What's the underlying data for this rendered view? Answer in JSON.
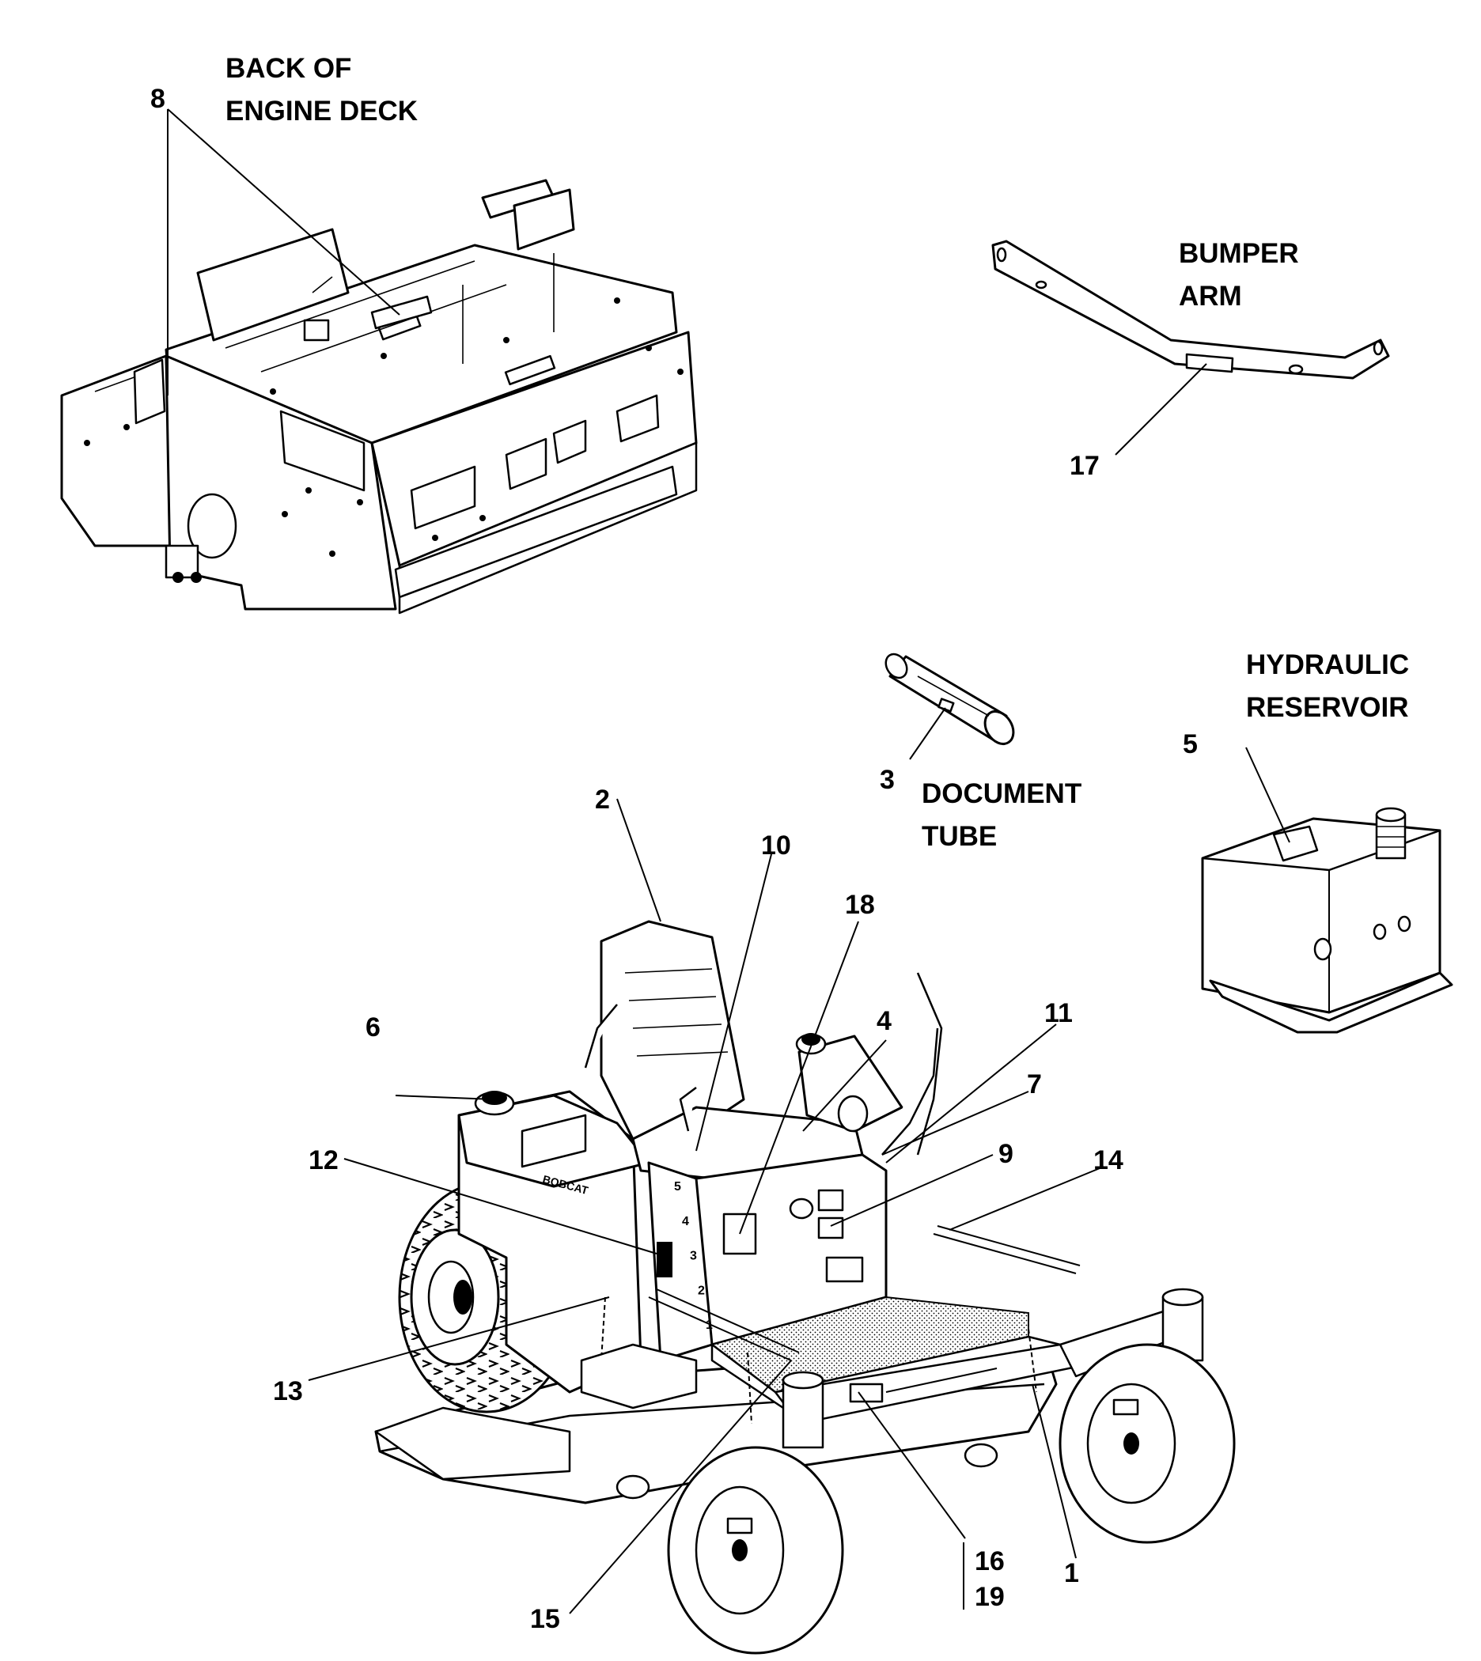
{
  "captions": {
    "engine_deck_line1": "BACK OF",
    "engine_deck_line2": "ENGINE DECK",
    "bumper_line1": "BUMPER",
    "bumper_line2": "ARM",
    "hydraulic_line1": "HYDRAULIC",
    "hydraulic_line2": "RESERVOIR",
    "document_line1": "DOCUMENT",
    "document_line2": "TUBE"
  },
  "callouts": {
    "c1": "1",
    "c2": "2",
    "c3": "3",
    "c4": "4",
    "c5": "5",
    "c6": "6",
    "c7": "7",
    "c8": "8",
    "c9": "9",
    "c10": "10",
    "c11": "11",
    "c12": "12",
    "c13": "13",
    "c14": "14",
    "c15": "15",
    "c16": "16",
    "c17": "17",
    "c18": "18",
    "c19": "19"
  },
  "decal_text": {
    "fender_brand": "BOBCAT"
  },
  "height_scale_ticks": [
    "5",
    "4",
    "3",
    "2",
    "1"
  ]
}
